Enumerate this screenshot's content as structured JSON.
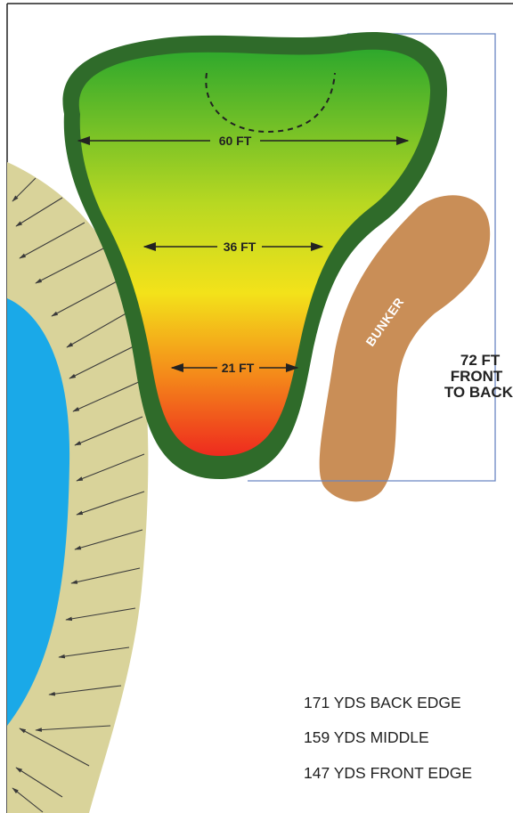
{
  "green": {
    "widths": [
      {
        "id": "back",
        "label": "60 FT"
      },
      {
        "id": "middle",
        "label": "36 FT"
      },
      {
        "id": "front",
        "label": "21 FT"
      }
    ],
    "depth_lines": [
      "72 FT",
      "FRONT",
      "TO BACK"
    ]
  },
  "hazards": {
    "bunker_label": "BUNKER"
  },
  "yardages": [
    {
      "id": "back",
      "label": "171 YDS BACK EDGE"
    },
    {
      "id": "middle",
      "label": "159 YDS MIDDLE"
    },
    {
      "id": "front",
      "label": "147 YDS FRONT EDGE"
    }
  ],
  "colors": {
    "fringe": "#2f6b2a",
    "green_top": "#3cb02f",
    "green_mid": "#f2e21a",
    "green_bottom": "#ee2a1e",
    "bunker": "#c98e57",
    "water": "#1aa9e8",
    "slope_band": "#d9d39a",
    "frame": "#222222",
    "depth_bracket": "#6a86c2"
  }
}
